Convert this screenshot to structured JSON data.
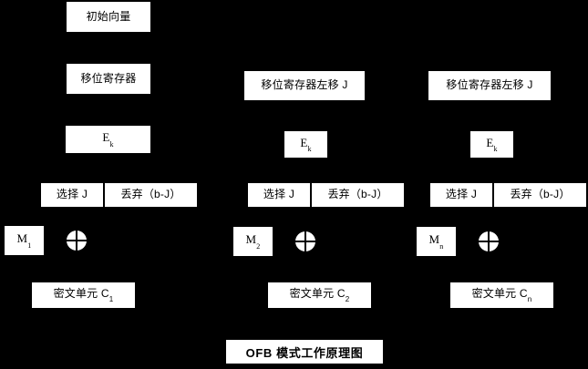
{
  "diagram": {
    "caption": "OFB 模式工作原理图",
    "columns": [
      {
        "id": "col-1",
        "init_vector": "初始向量",
        "shift_register": "移位寄存器",
        "encrypt_label": "E",
        "encrypt_sub": "k",
        "select_label": "选择 J",
        "discard_label": "丢弃（b-J）",
        "plaintext_label": "M",
        "plaintext_sub": "1",
        "xor_symbol": "xor-circle",
        "ciphertext_label": "密文单元 C",
        "ciphertext_sub": "1"
      },
      {
        "id": "col-2",
        "shift_register": "移位寄存器左移 J",
        "encrypt_label": "E",
        "encrypt_sub": "k",
        "select_label": "选择 J",
        "discard_label": "丢弃（b-J）",
        "plaintext_label": "M",
        "plaintext_sub": "2",
        "xor_symbol": "xor-circle",
        "ciphertext_label": "密文单元 C",
        "ciphertext_sub": "2"
      },
      {
        "id": "col-3",
        "shift_register": "移位寄存器左移 J",
        "encrypt_label": "E",
        "encrypt_sub": "k",
        "select_label": "选择 J",
        "discard_label": "丢弃（b-J）",
        "plaintext_label": "M",
        "plaintext_sub": "n",
        "xor_symbol": "xor-circle",
        "ciphertext_label": "密文单元 C",
        "ciphertext_sub": "n"
      }
    ],
    "colors": {
      "background": "#000000",
      "box_fill": "#ffffff",
      "text": "#000000"
    }
  }
}
